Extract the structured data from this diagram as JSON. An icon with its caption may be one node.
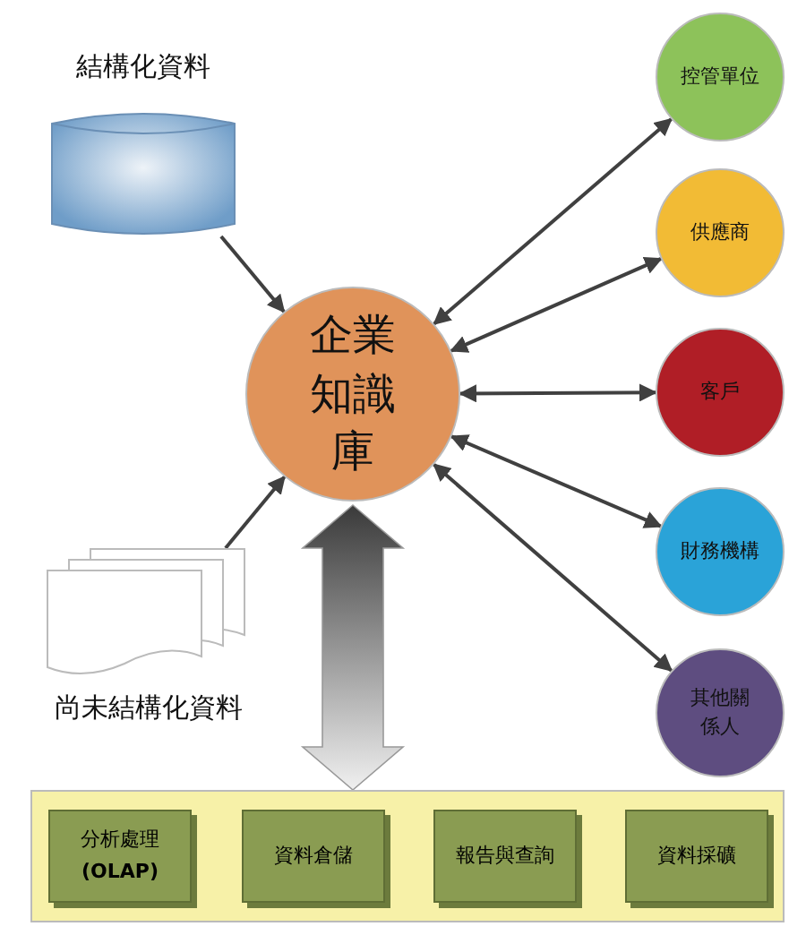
{
  "diagram": {
    "nodes": [
      {
        "text": [
          "結構化資料"
        ]
      },
      {
        "text": [
          "企業知識庫"
        ]
      },
      {
        "text": [
          "控管單位"
        ]
      },
      {
        "text": [
          "供應商"
        ]
      },
      {
        "text": [
          "客戶"
        ]
      },
      {
        "text": [
          "財務機構"
        ]
      },
      {
        "text": [
          "其他關係人"
        ]
      },
      {
        "text": [
          "尚未結構化資料"
        ]
      },
      {
        "text": [],
        "shape": "band"
      },
      {
        "text": [
          "分析處理 **(OLAP)**"
        ],
        "in": 8
      },
      {
        "text": [
          "資料倉儲"
        ],
        "in": 8
      },
      {
        "text": [
          "報告與查詢"
        ],
        "in": 8
      },
      {
        "text": [
          "資料採礦"
        ],
        "in": 8
      }
    ],
    "edges": [
      {
        "from": 0,
        "to": 1,
        "arrow": "to"
      },
      {
        "from": 7,
        "to": 1,
        "arrow": "to"
      },
      {
        "from": 1,
        "to": 2,
        "arrow": "both"
      },
      {
        "from": 1,
        "to": 3,
        "arrow": "both"
      },
      {
        "from": 1,
        "to": 4,
        "arrow": "both"
      },
      {
        "from": 1,
        "to": 5,
        "arrow": "both"
      },
      {
        "from": 1,
        "to": 6,
        "arrow": "both"
      },
      {
        "from": 1,
        "to": 8,
        "arrow": "both",
        "style": "thick"
      }
    ]
  }
}
